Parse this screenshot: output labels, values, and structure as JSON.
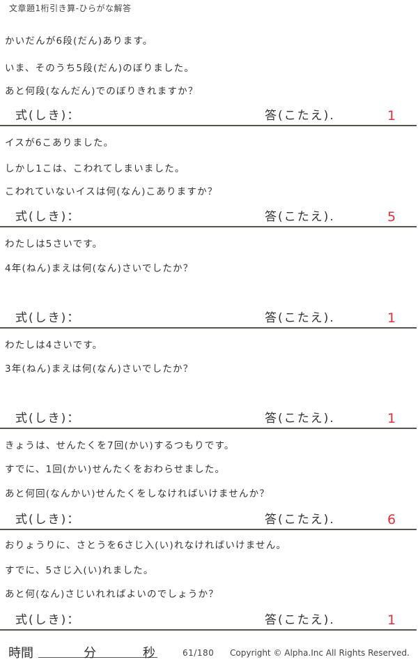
{
  "header": {
    "title": "文章題1桁引き算-ひらがな解答"
  },
  "labels": {
    "shiki": "式(しき)：",
    "kotae": "答(こたえ)."
  },
  "problems": [
    {
      "lines": [
        "かいだんが6段(だん)あります。",
        "いま、そのうち5段(だん)のぼりました。",
        "あと何段(なんだん)でのぼりきれますか？"
      ],
      "answer": "1"
    },
    {
      "lines": [
        "イスが6こありました。",
        "しかし1こは、こわれてしまいました。",
        "こわれていないイスは何(なん)こありますか？"
      ],
      "answer": "5"
    },
    {
      "lines": [
        "わたしは5さいです。",
        "4年(ねん)まえは何(なん)さいでしたか？"
      ],
      "answer": "1"
    },
    {
      "lines": [
        "わたしは4さいです。",
        "3年(ねん)まえは何(なん)さいでしたか？"
      ],
      "answer": "1"
    },
    {
      "lines": [
        "きょうは、せんたくを7回(かい)するつもりです。",
        "すでに、1回(かい)せんたくをおわらせました。",
        "あと何回(なんかい)せんたくをしなければいけませんか？"
      ],
      "answer": "6"
    },
    {
      "lines": [
        "おりょうりに、さとうを6さじ入(い)れなければいけません。",
        "すでに、5さじ入(い)れました。",
        "あと何(なん)さじいれればよいのでしょうか？"
      ],
      "answer": "1"
    }
  ],
  "footer": {
    "time_label": "時間",
    "minutes_label": "分",
    "seconds_label": "秒",
    "page": "61/180",
    "copyright": "Copyright ©  Alpha.Inc All Rights Reserved."
  },
  "colors": {
    "answer": "#e0303a",
    "rule": "#5a5450"
  }
}
